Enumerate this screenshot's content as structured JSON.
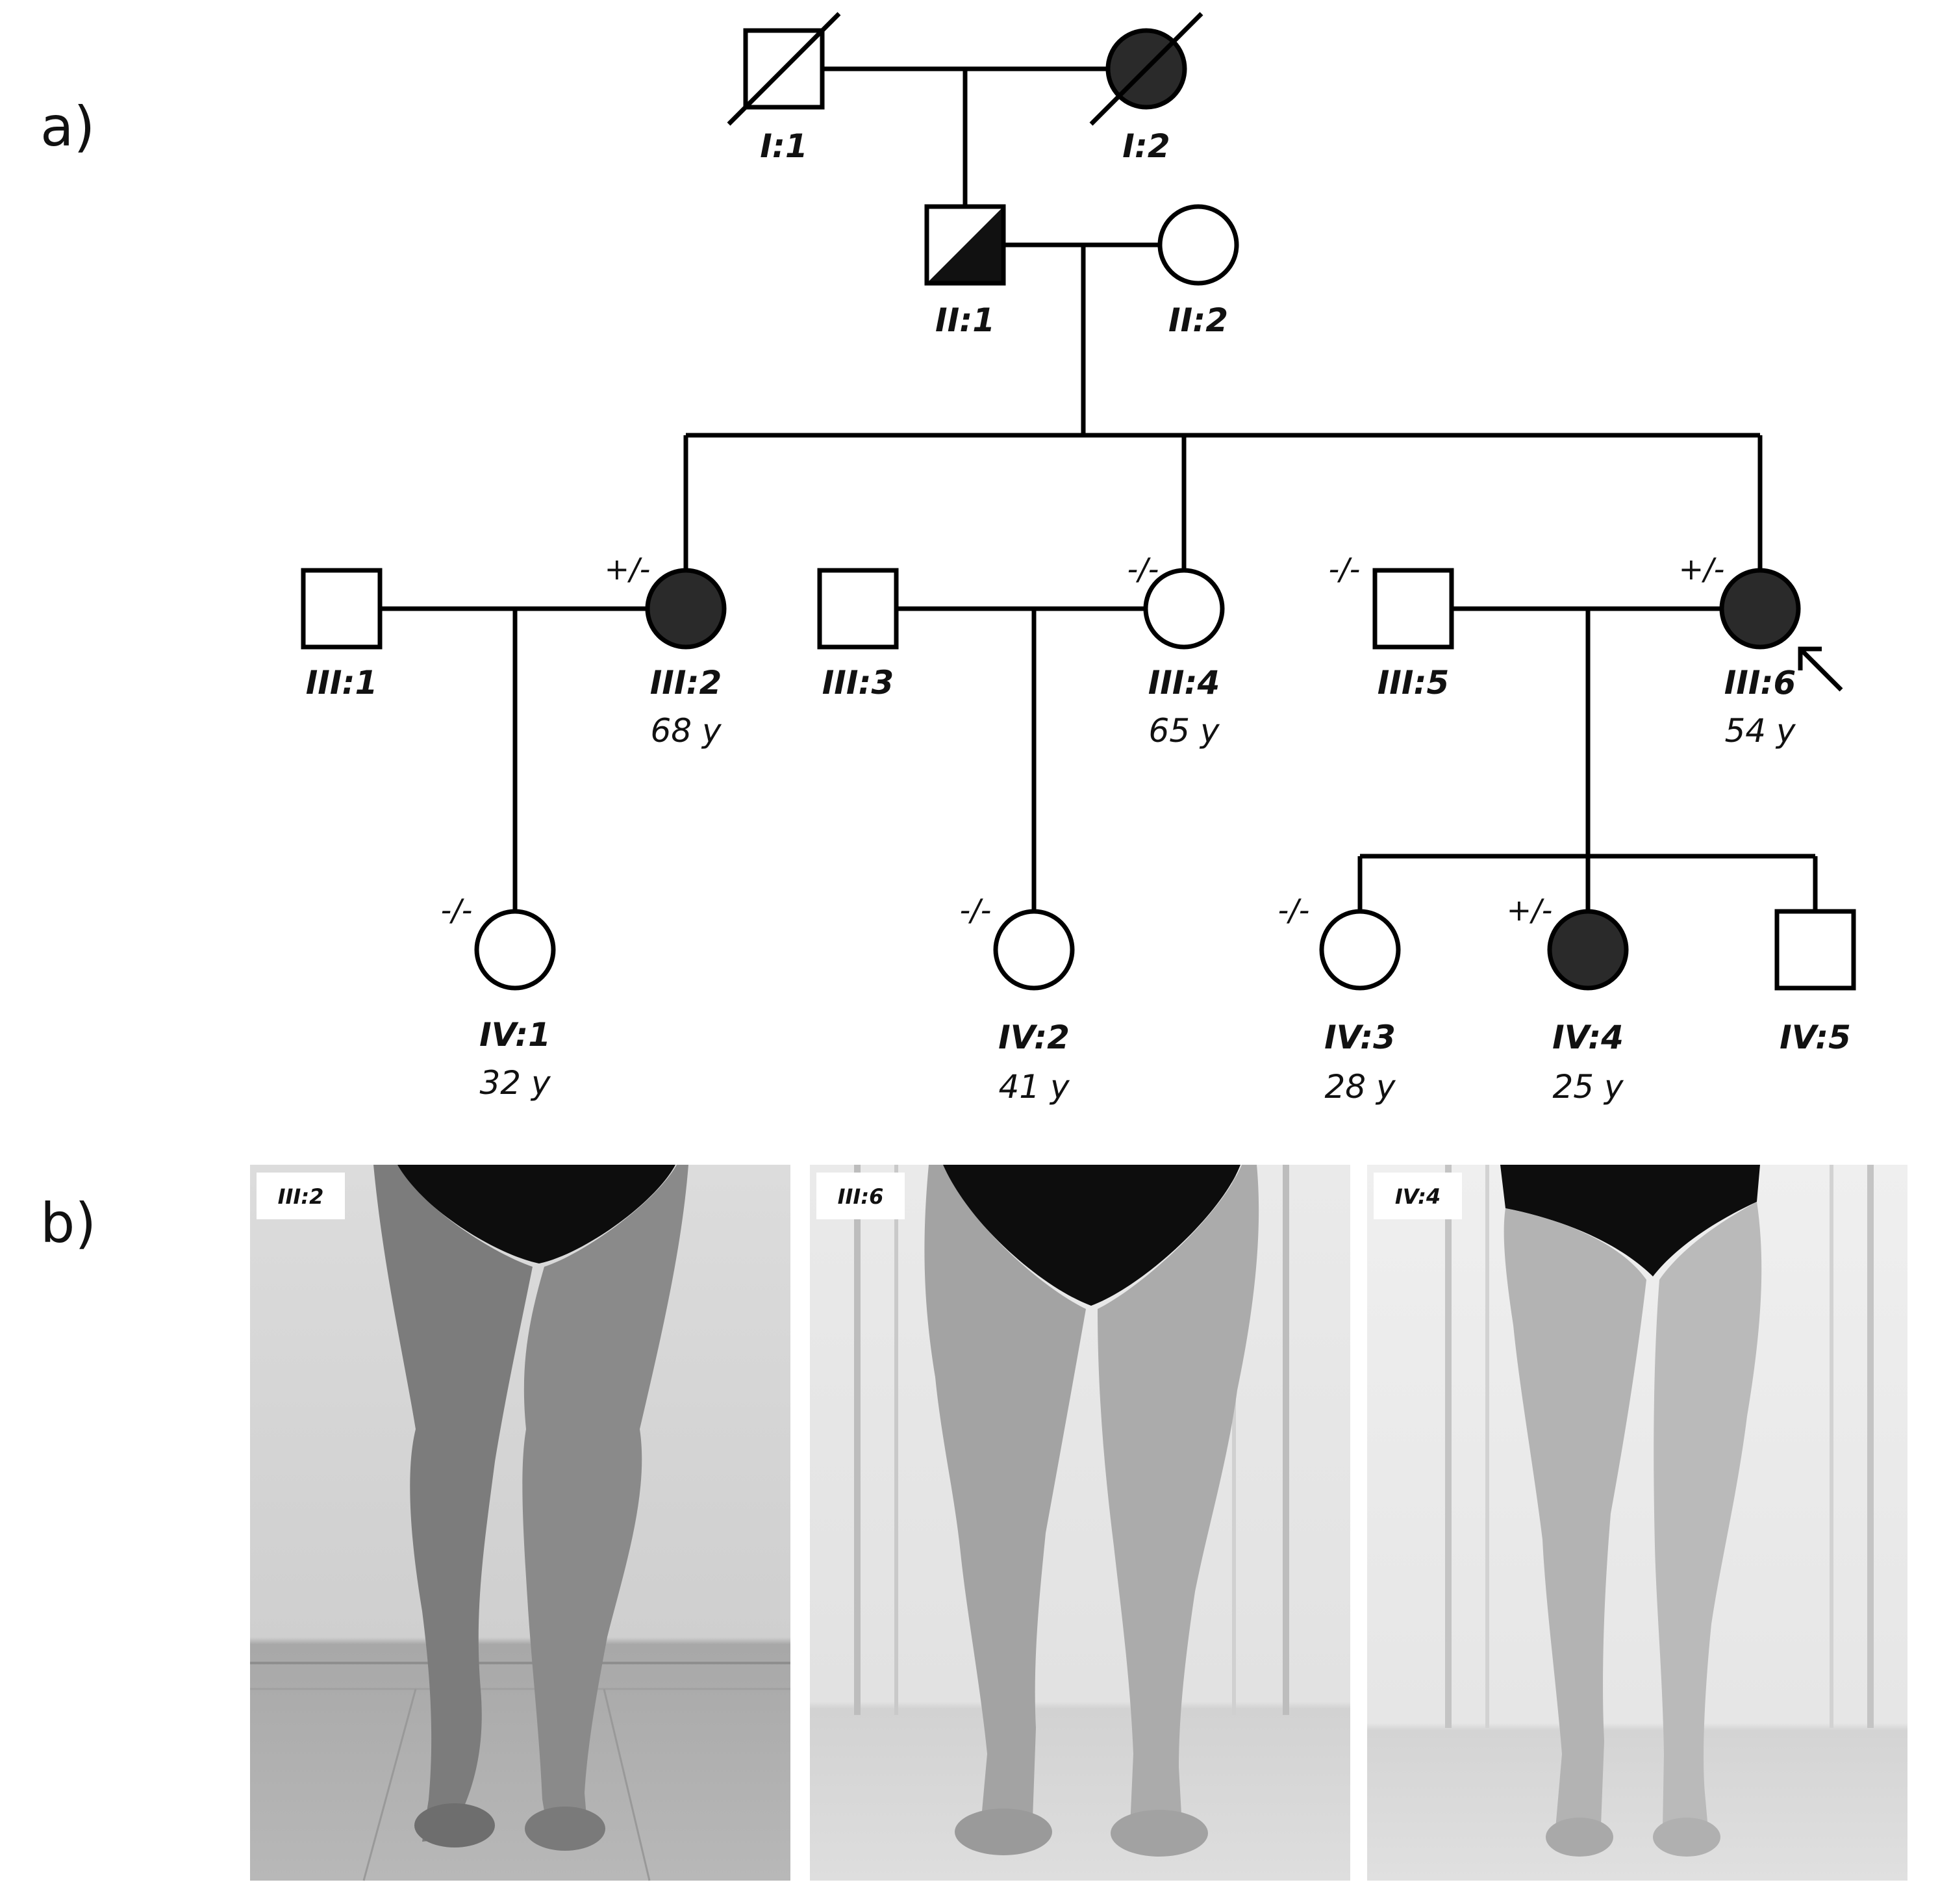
{
  "panels": {
    "a_label": "a)",
    "b_label": "b)"
  },
  "colors": {
    "affected": "#2a2a2a",
    "unaffected": "#ffffff",
    "line": "#000000"
  },
  "pedigree": {
    "individuals": [
      {
        "id": "I:1",
        "sex": "male",
        "affected": false,
        "deceased": true,
        "carrier": false,
        "genotype": "",
        "age": ""
      },
      {
        "id": "I:2",
        "sex": "female",
        "affected": true,
        "deceased": true,
        "carrier": false,
        "genotype": "",
        "age": ""
      },
      {
        "id": "II:1",
        "sex": "male",
        "affected": false,
        "deceased": false,
        "carrier": true,
        "genotype": "",
        "age": ""
      },
      {
        "id": "II:2",
        "sex": "female",
        "affected": false,
        "deceased": false,
        "carrier": false,
        "genotype": "",
        "age": ""
      },
      {
        "id": "III:1",
        "sex": "male",
        "affected": false,
        "deceased": false,
        "carrier": false,
        "genotype": "",
        "age": ""
      },
      {
        "id": "III:2",
        "sex": "female",
        "affected": true,
        "deceased": false,
        "carrier": false,
        "genotype": "+/-",
        "age": "68 y"
      },
      {
        "id": "III:3",
        "sex": "male",
        "affected": false,
        "deceased": false,
        "carrier": false,
        "genotype": "",
        "age": ""
      },
      {
        "id": "III:4",
        "sex": "female",
        "affected": false,
        "deceased": false,
        "carrier": false,
        "genotype": "-/-",
        "age": "65 y"
      },
      {
        "id": "III:5",
        "sex": "male",
        "affected": false,
        "deceased": false,
        "carrier": false,
        "genotype": "-/-",
        "age": ""
      },
      {
        "id": "III:6",
        "sex": "female",
        "affected": true,
        "deceased": false,
        "carrier": false,
        "genotype": "+/-",
        "age": "54 y",
        "proband": true
      },
      {
        "id": "IV:1",
        "sex": "female",
        "affected": false,
        "deceased": false,
        "carrier": false,
        "genotype": "-/-",
        "age": "32 y"
      },
      {
        "id": "IV:2",
        "sex": "female",
        "affected": false,
        "deceased": false,
        "carrier": false,
        "genotype": "-/-",
        "age": "41 y"
      },
      {
        "id": "IV:3",
        "sex": "female",
        "affected": false,
        "deceased": false,
        "carrier": false,
        "genotype": "-/-",
        "age": "28 y"
      },
      {
        "id": "IV:4",
        "sex": "female",
        "affected": true,
        "deceased": false,
        "carrier": false,
        "genotype": "+/-",
        "age": "25 y"
      },
      {
        "id": "IV:5",
        "sex": "male",
        "affected": false,
        "deceased": false,
        "carrier": false,
        "genotype": "",
        "age": ""
      }
    ],
    "matings": [
      {
        "partners": [
          "I:1",
          "I:2"
        ],
        "children": [
          "II:1"
        ]
      },
      {
        "partners": [
          "II:1",
          "II:2"
        ],
        "children": [
          "III:2",
          "III:4",
          "III:6"
        ]
      },
      {
        "partners": [
          "III:1",
          "III:2"
        ],
        "children": [
          "IV:1"
        ]
      },
      {
        "partners": [
          "III:3",
          "III:4"
        ],
        "children": [
          "IV:2"
        ]
      },
      {
        "partners": [
          "III:5",
          "III:6"
        ],
        "children": [
          "IV:3",
          "IV:4",
          "IV:5"
        ]
      }
    ]
  },
  "photos": [
    {
      "tag": "III:2",
      "tone": "#9a9a9a"
    },
    {
      "tag": "III:6",
      "tone": "#b4b4b4"
    },
    {
      "tag": "IV:4",
      "tone": "#c4c4c4"
    }
  ]
}
